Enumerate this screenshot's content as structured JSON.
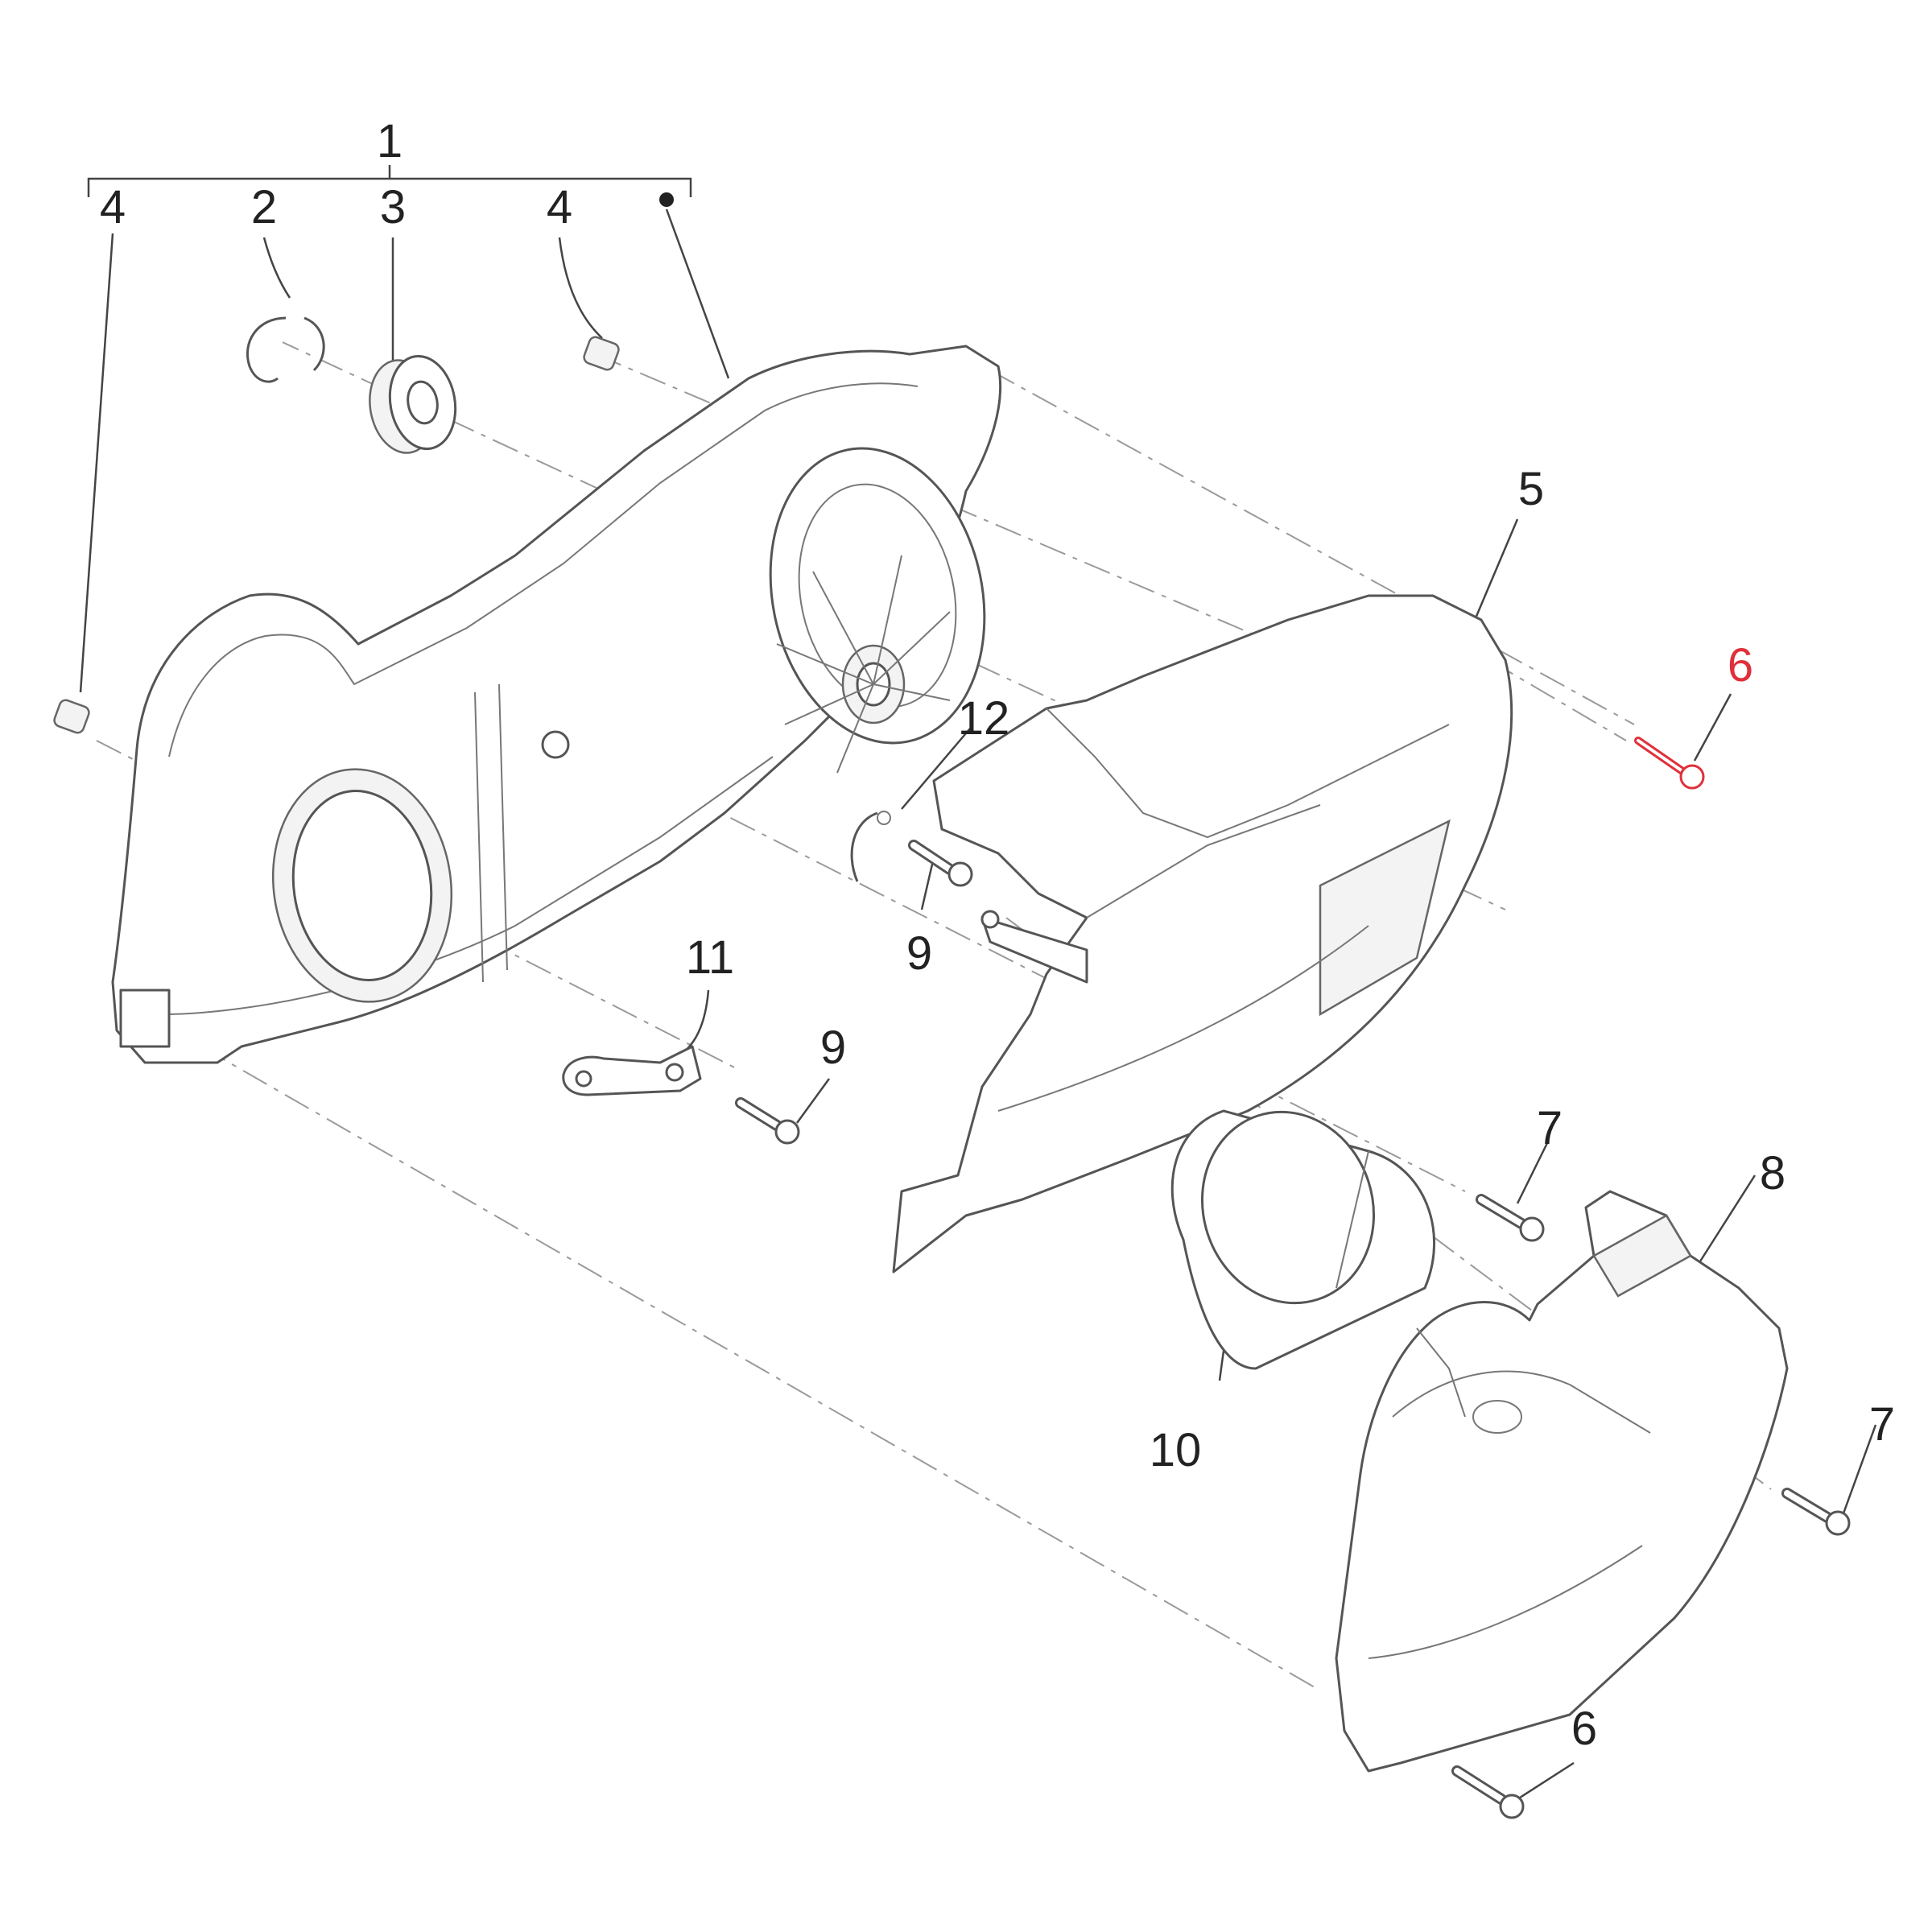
{
  "labels": {
    "c1": "1",
    "c2": "2",
    "c3": "3",
    "c4a": "4",
    "c4b": "4",
    "c5": "5",
    "c6a": "6",
    "c6b": "6",
    "c7a": "7",
    "c7b": "7",
    "c8": "8",
    "c9a": "9",
    "c9b": "9",
    "c10": "10",
    "c11": "11",
    "c12": "12"
  },
  "colors": {
    "highlight": "#e0303a",
    "line": "#555555",
    "text": "#222222"
  },
  "highlighted_part": "6"
}
